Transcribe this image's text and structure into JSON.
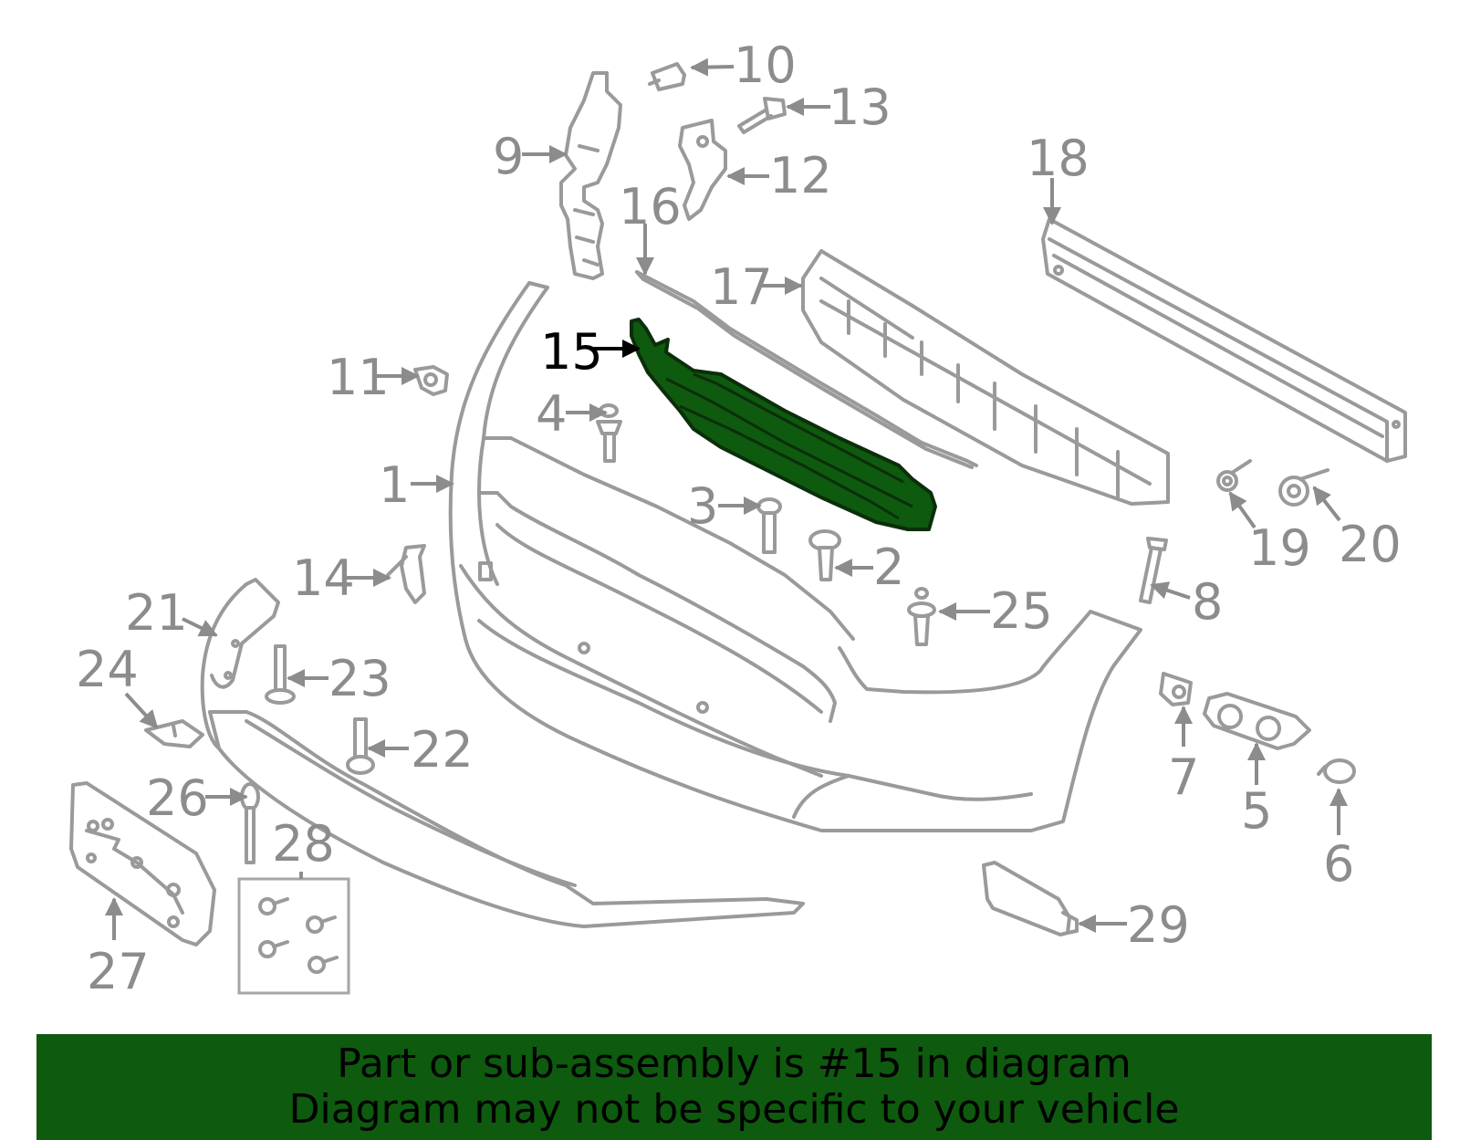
{
  "highlight": {
    "part_number": "15",
    "fill_color": "#0e5a0e"
  },
  "labels": {
    "l1": "1",
    "l2": "2",
    "l3": "3",
    "l4": "4",
    "l5": "5",
    "l6": "6",
    "l7": "7",
    "l8": "8",
    "l9": "9",
    "l10": "10",
    "l11": "11",
    "l12": "12",
    "l13": "13",
    "l14": "14",
    "l15": "15",
    "l16": "16",
    "l17": "17",
    "l18": "18",
    "l19": "19",
    "l20": "20",
    "l21": "21",
    "l22": "22",
    "l23": "23",
    "l24": "24",
    "l25": "25",
    "l26": "26",
    "l27": "27",
    "l28": "28",
    "l29": "29"
  },
  "banner": {
    "line1": "Part or sub-assembly is #15 in diagram",
    "line2": "Diagram may not be specific to your vehicle",
    "background": "#0e5a0e"
  }
}
